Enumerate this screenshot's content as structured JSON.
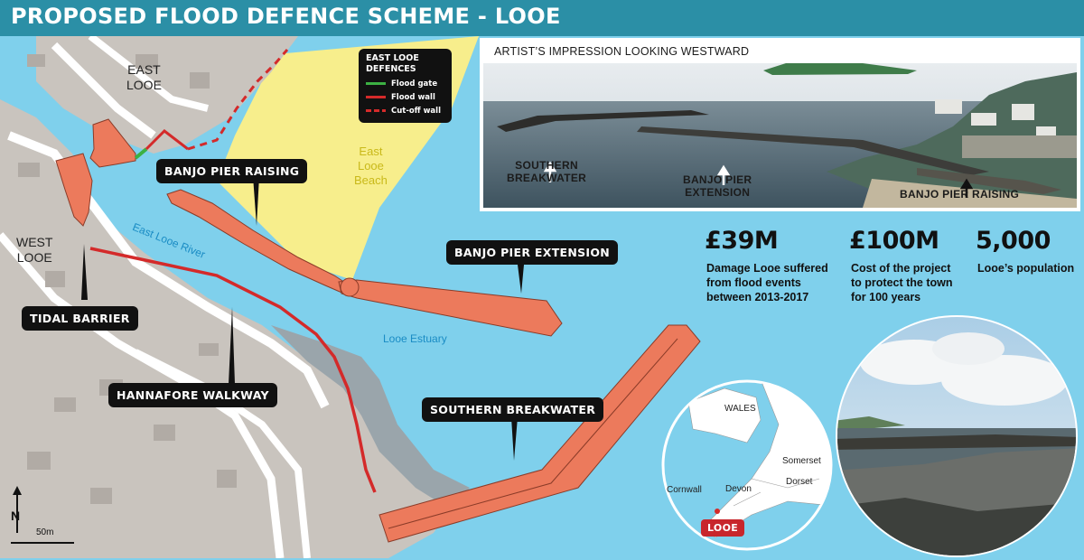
{
  "header": {
    "title": "PROPOSED FLOOD DEFENCE SCHEME - LOOE",
    "background": "#2b8fa6"
  },
  "map": {
    "towns": {
      "east": "EAST\nLOOE",
      "west": "WEST\nLOOE"
    },
    "beach": "East\nLooe\nBeach",
    "river": "East Looe River",
    "estuary": "Looe Estuary",
    "callouts": {
      "banjo_raising": "BANJO PIER RAISING",
      "banjo_extension": "BANJO PIER EXTENSION",
      "tidal_barrier": "TIDAL BARRIER",
      "hannafore": "HANNAFORE WALKWAY",
      "southern_breakwater": "SOUTHERN BREAKWATER"
    },
    "legend": {
      "title": "EAST LOOE\nDEFENCES",
      "items": [
        {
          "label": "Flood gate",
          "color": "#3cb043",
          "style": "solid"
        },
        {
          "label": "Flood wall",
          "color": "#d42a2a",
          "style": "solid"
        },
        {
          "label": "Cut-off wall",
          "color": "#d42a2a",
          "style": "dashed"
        }
      ]
    },
    "north": "N",
    "scale": "50m",
    "colors": {
      "sea": "#7fd0ec",
      "land": "#c9c4be",
      "beach": "#f7ee8c",
      "structure": "#ec7a5c",
      "rock": "#9aa5ab"
    }
  },
  "impression": {
    "title": "ARTIST’S IMPRESSION LOOKING WESTWARD",
    "labels": {
      "southern": "SOUTHERN\nBREAKWATER",
      "extension": "BANJO PIER\nEXTENSION",
      "raising": "BANJO PIER RAISING"
    }
  },
  "stats": [
    {
      "value": "£39M",
      "text": "Damage Looe suffered\nfrom flood events\nbetween 2013-2017"
    },
    {
      "value": "£100M",
      "text": "Cost of the project\nto protect the town\nfor 100 years"
    },
    {
      "value": "5,000",
      "text": "Looe’s population"
    }
  ],
  "inset_map": {
    "labels": {
      "wales": "WALES",
      "somerset": "Somerset",
      "cornwall": "Cornwall",
      "devon": "Devon",
      "dorset": "Dorset"
    },
    "marker": "LOOE"
  }
}
